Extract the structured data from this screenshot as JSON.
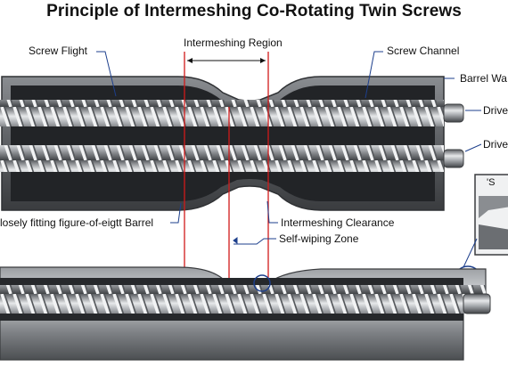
{
  "title": "Principle of Intermeshing Co-Rotating Twin Screws",
  "labels": {
    "screw_flight": "Screw Flight",
    "intermeshing_region": "Intermeshing Region",
    "screw_channel": "Screw Channel",
    "barrel_wall": "Barrel Wa",
    "drive_top": "Drive",
    "drive_bottom": "Drive",
    "barrel_shape": "losely fitting figure-of-eigtt Barrel",
    "intermeshing_clearance": "Intermeshing Clearance",
    "self_wiping_zone": "Self-wiping Zone",
    "inset_partial": "'S"
  },
  "colors": {
    "barrel": "#6b6e72",
    "barrel_dark": "#2a2c2f",
    "screw": "#b9bcc0",
    "accent_red": "#d11a1a",
    "accent_blue": "#1d3f8c"
  }
}
